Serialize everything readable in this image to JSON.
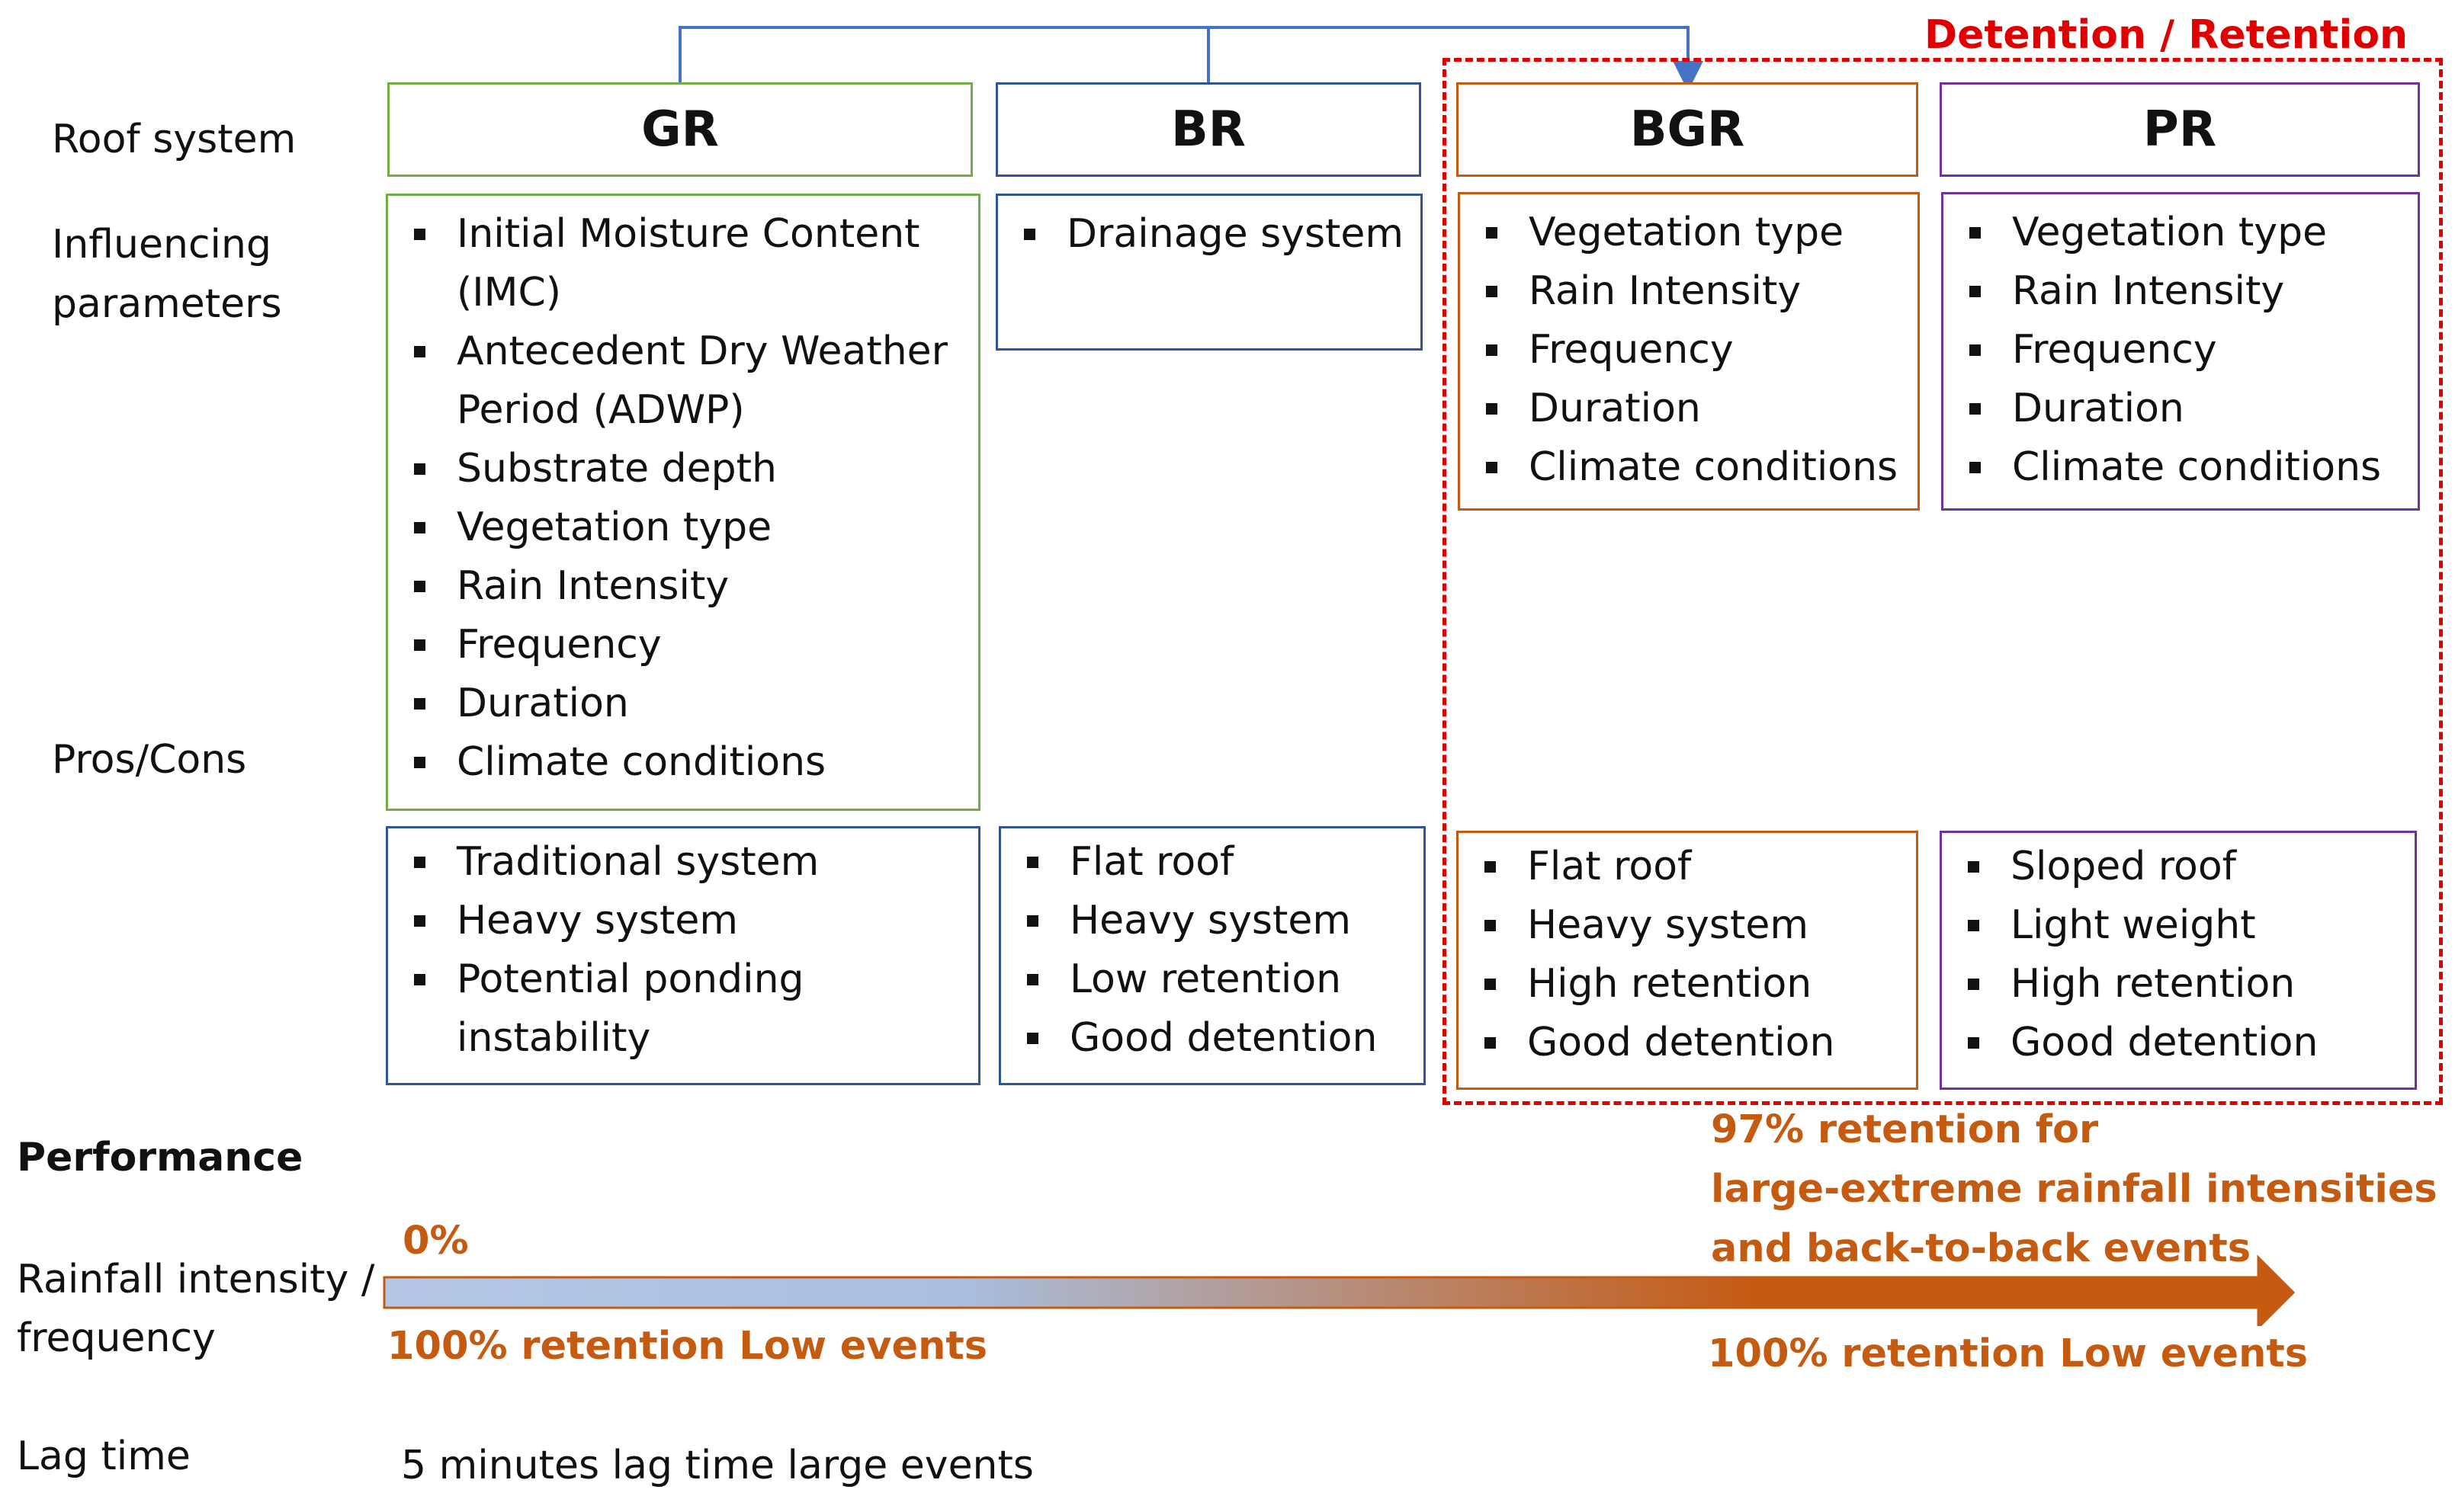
{
  "row_labels": {
    "roof_system": "Roof system",
    "influencing_1": "Influencing",
    "influencing_2": "parameters",
    "pros_cons": "Pros/Cons",
    "performance": "Performance",
    "rainfall_1": "Rainfall intensity /",
    "rainfall_2": "frequency",
    "lag_time": "Lag time"
  },
  "group_label": "Detention / Retention",
  "columns": {
    "gr": {
      "title": "GR",
      "params": [
        "Initial Moisture Content",
        "(IMC)",
        "Antecedent Dry Weather",
        "Period (ADWP)",
        "Substrate depth",
        "Vegetation type",
        "Rain Intensity",
        "Frequency",
        "Duration",
        "Climate conditions"
      ],
      "pros": [
        "Traditional system",
        "Heavy system",
        "Potential ponding",
        "instability"
      ]
    },
    "br": {
      "title": "BR",
      "params": [
        "Drainage system"
      ],
      "pros": [
        "Flat roof",
        "Heavy system",
        "Low retention",
        "Good detention"
      ]
    },
    "bgr": {
      "title": "BGR",
      "params": [
        "Vegetation type",
        "Rain Intensity",
        "Frequency",
        "Duration",
        "Climate conditions"
      ],
      "pros": [
        "Flat roof",
        "Heavy system",
        "High retention",
        "Good detention"
      ]
    },
    "pr": {
      "title": "PR",
      "params": [
        "Vegetation type",
        "Rain Intensity",
        "Frequency",
        "Duration",
        "Climate conditions"
      ],
      "pros": [
        "Sloped roof",
        "Light weight",
        "High retention",
        "Good detention"
      ]
    }
  },
  "performance": {
    "start_pct": "0%",
    "left_retention": "100% retention Low events",
    "right_retention": "100% retention Low events",
    "high_1": "97% retention for",
    "high_2": "large-extreme rainfall intensities",
    "high_3": "and back-to-back events",
    "lag_text": "5 minutes lag time large events"
  },
  "colors": {
    "green": "#70ad47",
    "blue": "#2f5597",
    "orange": "#c55a11",
    "purple": "#7030a0",
    "red": "#e00000",
    "connector": "#4472c4",
    "gradient_start": "#b4c7e7"
  }
}
